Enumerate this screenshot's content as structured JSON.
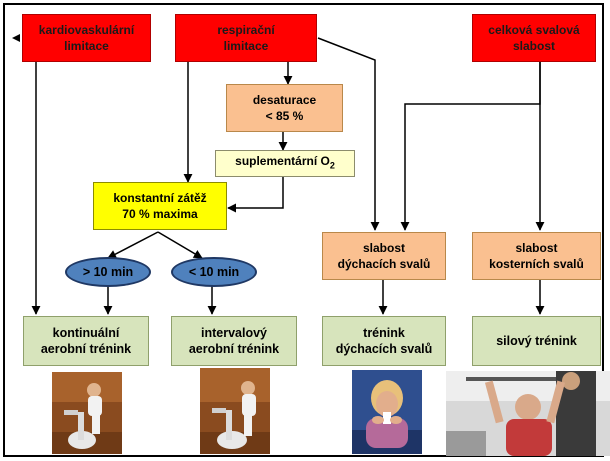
{
  "boxes": {
    "cardio": [
      "kardiovaskulární",
      "limitace"
    ],
    "resp": [
      "respirační",
      "limitace"
    ],
    "weak": [
      "celková svalová",
      "slabost"
    ],
    "desat": [
      "desaturace",
      "< 85 %"
    ],
    "oxygen": "suplementární O",
    "oxygen_sub": "2",
    "constant": [
      "konstantní zátěž",
      "70 % maxima"
    ],
    "resp_muscle": [
      "slabost",
      "dýchacích svalů"
    ],
    "skel_muscle": [
      "slabost",
      "kosterních svalů"
    ],
    "continuous": [
      "kontinuální",
      "aerobní trénink"
    ],
    "interval": [
      "intervalový",
      "aerobní trénink"
    ],
    "resp_training": [
      "trénink",
      "dýchacích svalů"
    ],
    "strength": "silový trénink"
  },
  "ovals": {
    "over": "> 10 min",
    "under": "< 10 min"
  },
  "colors": {
    "limitation": "#ff0000",
    "intermediate": "#fac090",
    "supplement": "#ffffcc",
    "load": "#ffff00",
    "duration": "#4f81bd",
    "training": "#d7e4bc"
  }
}
